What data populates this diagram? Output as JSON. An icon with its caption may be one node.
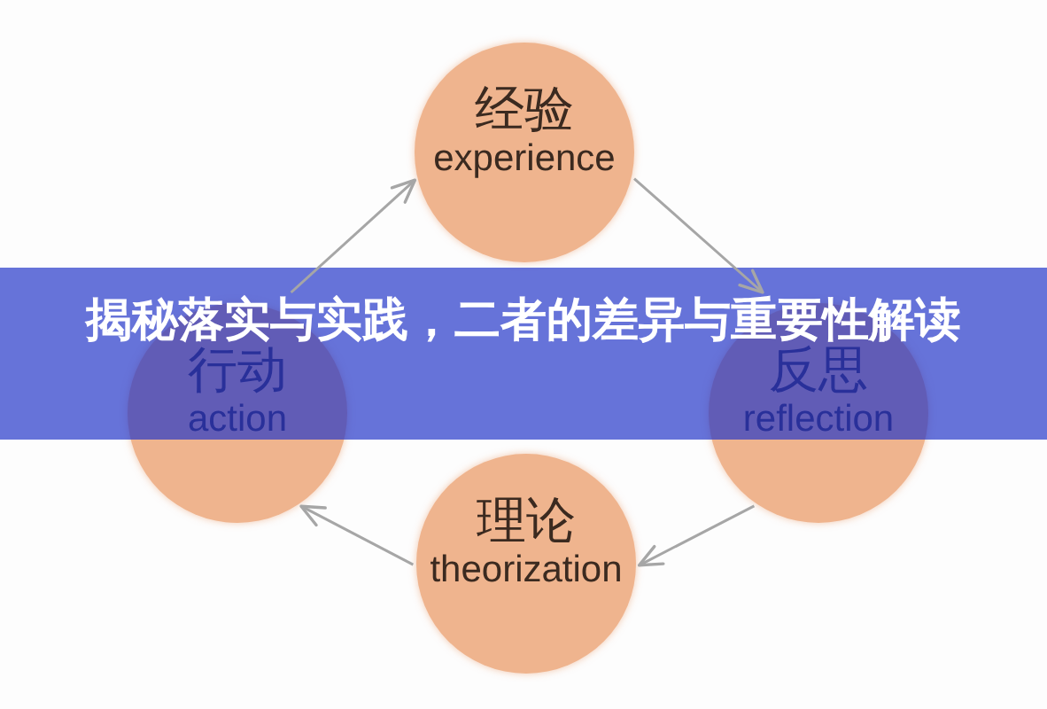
{
  "diagram": {
    "title": "揭秘落实与实践，二者的差异与重要性解读",
    "nodes": [
      {
        "text": [
          "经验",
          "experience"
        ]
      },
      {
        "text": [
          "行动",
          "action"
        ]
      },
      {
        "text": [
          "反思",
          "reflection"
        ]
      },
      {
        "text": [
          "理论",
          "theorization"
        ]
      }
    ],
    "edges": [
      {
        "from": 0,
        "to": 2,
        "arrow": "to"
      },
      {
        "from": 2,
        "to": 3,
        "arrow": "to"
      },
      {
        "from": 3,
        "to": 1,
        "arrow": "to"
      },
      {
        "from": 1,
        "to": 0,
        "arrow": "to"
      }
    ]
  }
}
